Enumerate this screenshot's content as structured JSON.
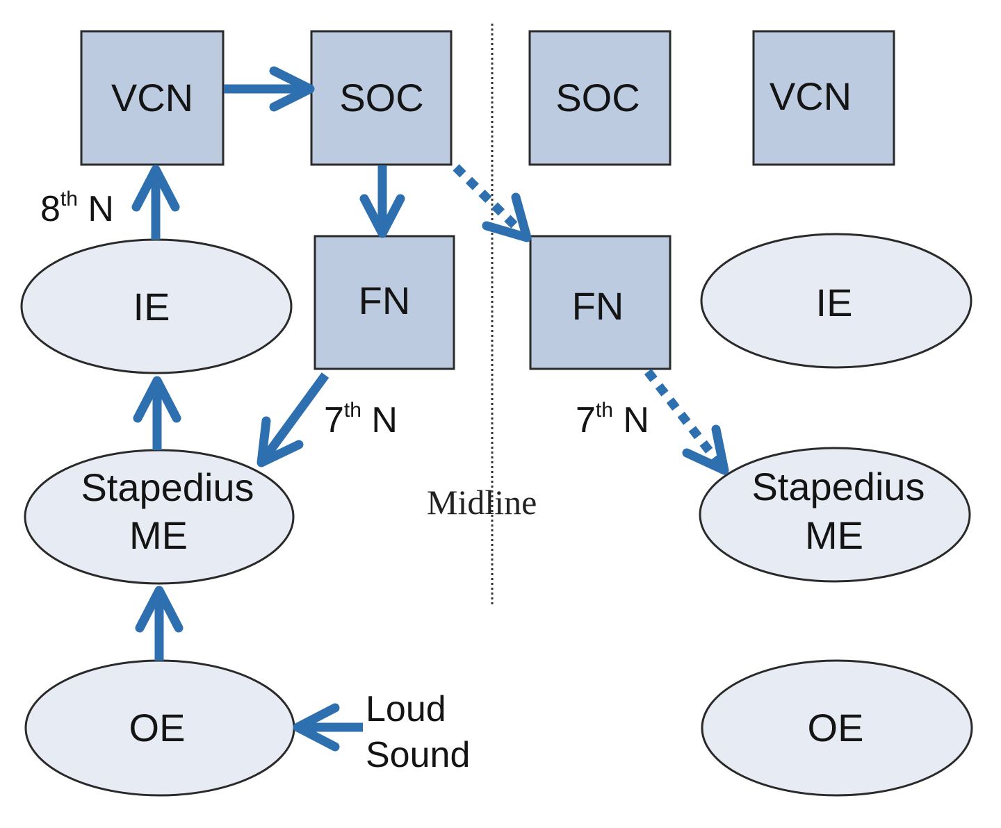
{
  "left": {
    "vcn": "VCN",
    "soc": "SOC",
    "fn": "FN",
    "ie": "IE",
    "stapedius_line1": "Stapedius",
    "stapedius_line2": "ME",
    "oe": "OE"
  },
  "right": {
    "soc": "SOC",
    "vcn": "VCN",
    "fn": "FN",
    "ie": "IE",
    "stapedius_line1": "Stapedius",
    "stapedius_line2": "ME",
    "oe": "OE"
  },
  "labels": {
    "nerve8_num": "8",
    "nerve8_sup": "th",
    "nerve8_n": " N",
    "nerve7_left_num": "7",
    "nerve7_left_sup": "th",
    "nerve7_left_n": " N",
    "nerve7_right_num": "7",
    "nerve7_right_sup": "th",
    "nerve7_right_n": " N",
    "midline": "Midline",
    "loud_line1": "Loud",
    "loud_line2": "Sound"
  },
  "colors": {
    "arrow": "#2e6fb0",
    "box_fill": "#bccbdf",
    "ellipse_fill": "#e7ebf3"
  }
}
